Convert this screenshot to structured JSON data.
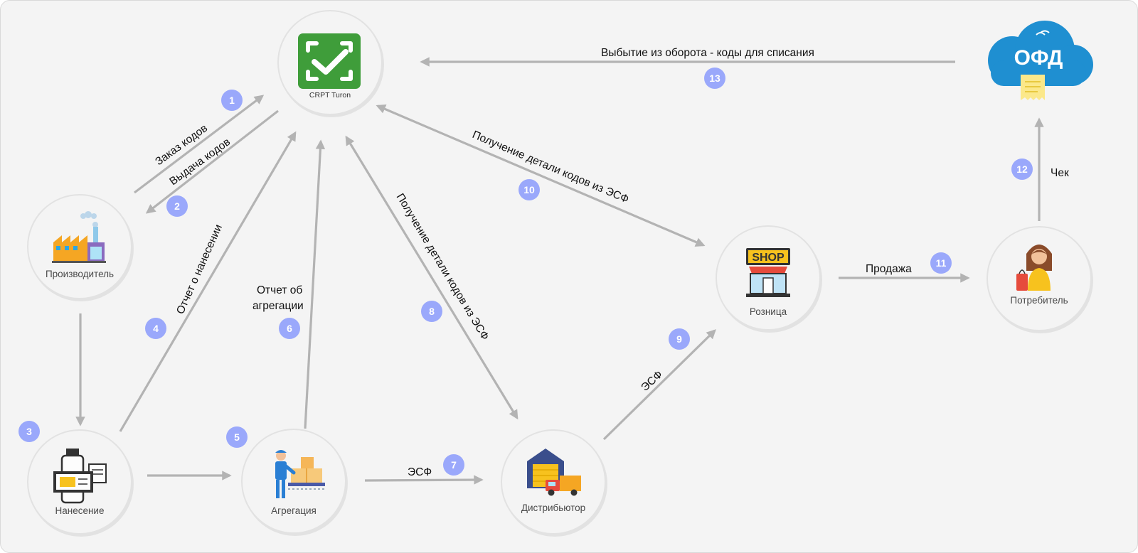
{
  "nodes": {
    "crpt": {
      "label": "CRPT Turon"
    },
    "producer": {
      "label": "Производитель"
    },
    "marking": {
      "label": "Нанесение"
    },
    "aggregation": {
      "label": "Агрегация"
    },
    "distributor": {
      "label": "Дистрибьютор"
    },
    "retail": {
      "label": "Розница",
      "sign": "SHOP"
    },
    "consumer": {
      "label": "Потребитель"
    },
    "ofd": {
      "label": "ОФД"
    }
  },
  "edges": {
    "order_codes": "Заказ кодов",
    "issue_codes": "Выдача кодов",
    "marking_report": "Отчет о нанесении",
    "aggregation_report_line1": "Отчет об",
    "aggregation_report_line2": "агрегации",
    "code_details_distributor": "Получение детали кодов из ЭСФ",
    "code_details_retail": "Получение детали кодов из ЭСФ",
    "esf_distributor": "ЭСФ",
    "esf_retail": "ЭСФ",
    "sale": "Продажа",
    "receipt": "Чек",
    "withdrawal": "Выбытие из оборота - коды для списания"
  },
  "badges": [
    "1",
    "2",
    "3",
    "4",
    "5",
    "6",
    "7",
    "8",
    "9",
    "10",
    "11",
    "12",
    "13"
  ],
  "colors": {
    "background": "#f4f4f4",
    "badge": "#9aa8fb",
    "arrow": "#b3b3b3",
    "crpt_green": "#3f9d3a",
    "ofd_blue": "#1f8fd1"
  }
}
